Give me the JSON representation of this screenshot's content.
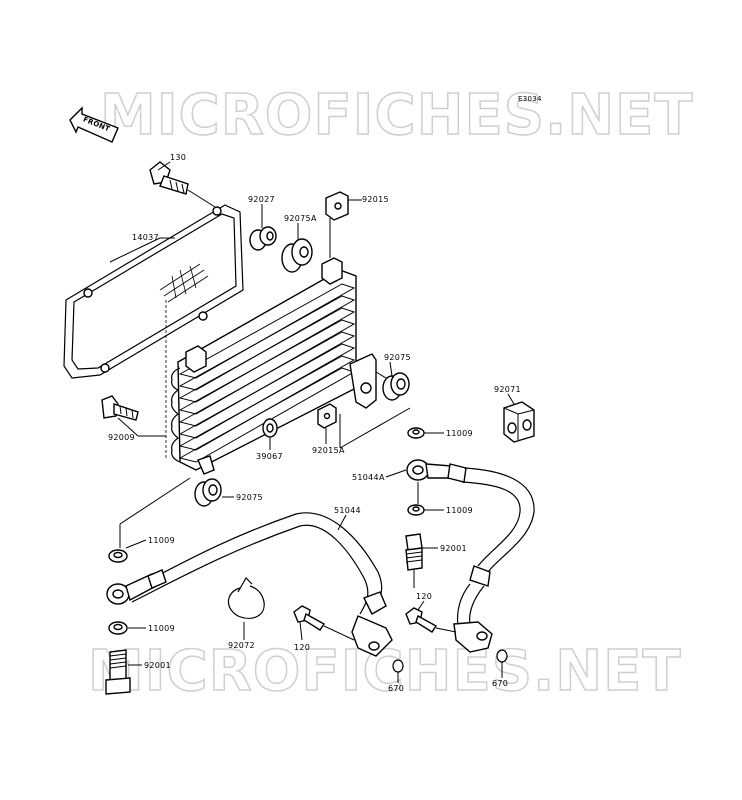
{
  "diagram_code": "E3034",
  "watermark_top": "MICROFICHES.NET",
  "watermark_bottom": "MICROFICHES.NET",
  "front_label": "FRONT",
  "part_labels": {
    "p130": "130",
    "p14037": "14037",
    "p92027": "92027",
    "p92015": "92015",
    "p92075A": "92075A",
    "p92075_top": "92075",
    "p92071": "92071",
    "p92009": "92009",
    "p39067": "39067",
    "p92015A": "92015A",
    "p11009_right": "11009",
    "p51044A": "51044A",
    "p92075_low": "92075",
    "p51044": "51044",
    "p11009_mid": "11009",
    "p11009_left": "11009",
    "p92001_right": "92001",
    "p120_right": "120",
    "p11009_lower": "11009",
    "p92072": "92072",
    "p120_mid": "120",
    "p92001_left": "92001",
    "p670_mid": "670",
    "p670_right": "670"
  }
}
